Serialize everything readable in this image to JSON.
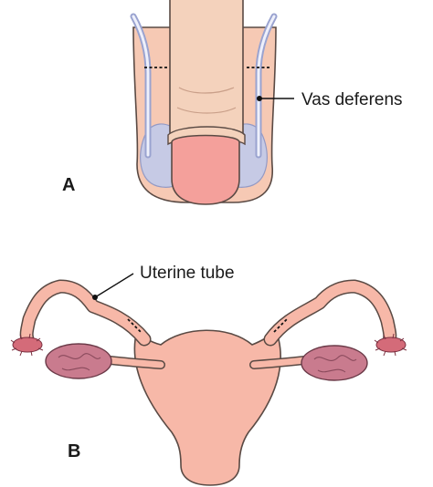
{
  "figure": {
    "panels": [
      {
        "letter": "A",
        "callout": "Vas deferens"
      },
      {
        "letter": "B",
        "callout": "Uterine tube"
      }
    ]
  },
  "colors": {
    "skin": "#f5c9b2",
    "skin_stroke": "#5a4a44",
    "testis": "#c0c8e8",
    "glans": "#f4a09b",
    "tube": "#f6b5a6",
    "ovary": "#c97b8e",
    "fimbriae": "#d46b79",
    "ligation": "#111111"
  }
}
